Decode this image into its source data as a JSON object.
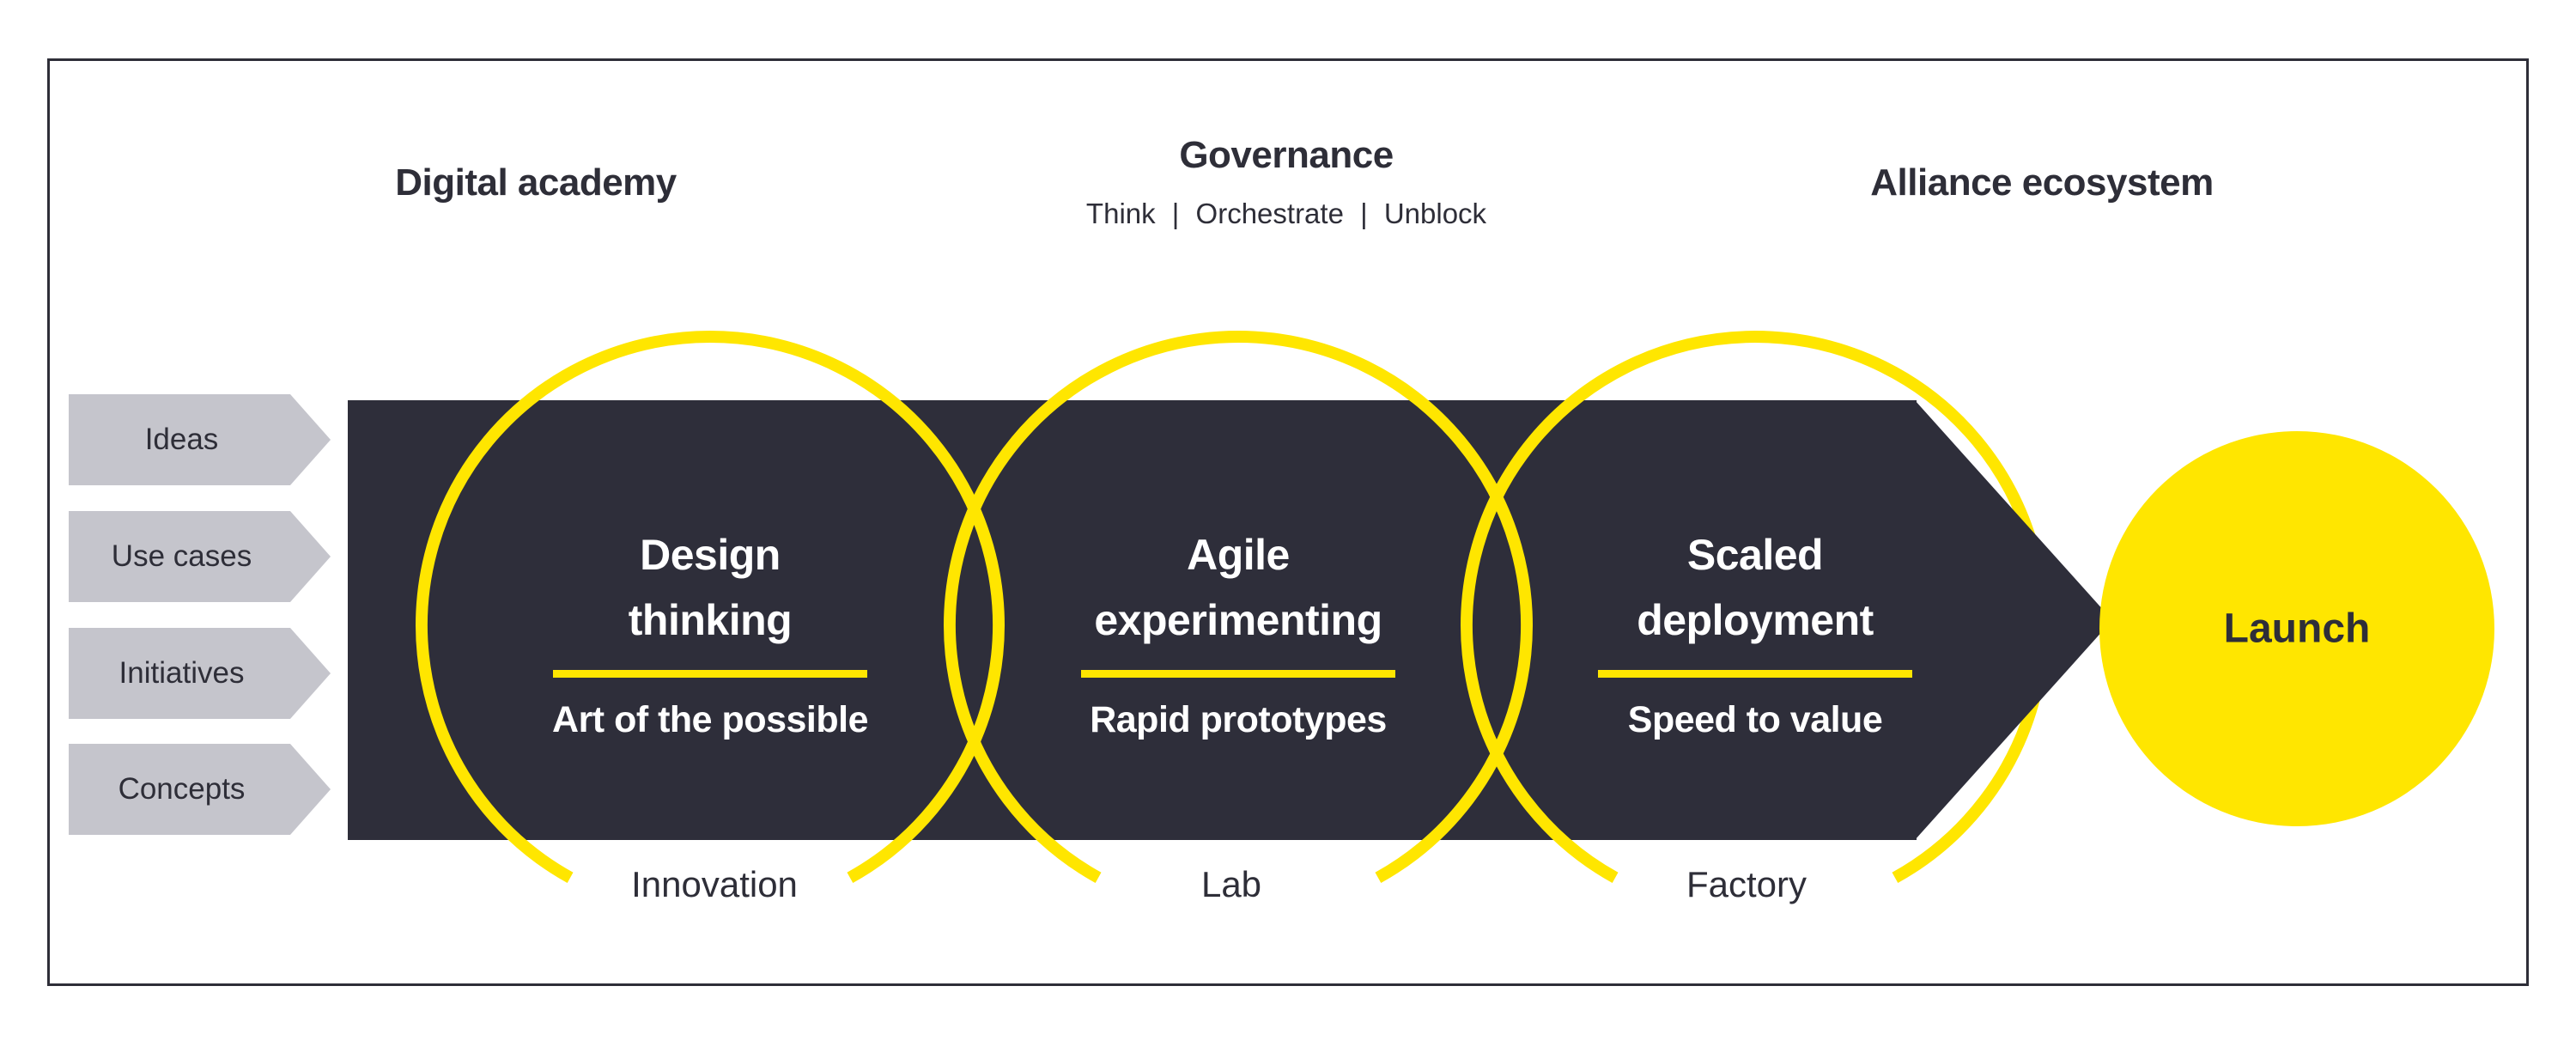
{
  "header": {
    "left_title": "Digital academy",
    "governance_title": "Governance",
    "governance_subtitle": "Think | Orchestrate | Unblock",
    "right_title": "Alliance ecosystem"
  },
  "input_chips": [
    {
      "label": "Ideas"
    },
    {
      "label": "Use cases"
    },
    {
      "label": "Initiatives"
    },
    {
      "label": "Concepts"
    }
  ],
  "stages": [
    {
      "line1": "Design",
      "line2": "thinking",
      "subtitle": "Art of the possible",
      "phase": "Innovation"
    },
    {
      "line1": "Agile",
      "line2": "experimenting",
      "subtitle": "Rapid prototypes",
      "phase": "Lab"
    },
    {
      "line1": "Scaled",
      "line2": "deployment",
      "subtitle": "Speed to value",
      "phase": "Factory"
    }
  ],
  "launch": {
    "label": "Launch"
  },
  "colors": {
    "dark": "#2e2e3a",
    "yellow": "#ffe600",
    "chip_gray": "#c5c5cc",
    "text_dark": "#2e2e38",
    "background": "#ffffff"
  }
}
